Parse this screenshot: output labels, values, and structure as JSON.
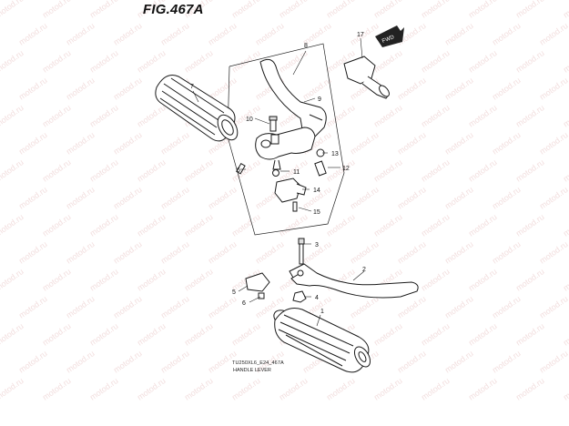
{
  "figure": {
    "title": "FIG.467A",
    "model_caption": "TU250XL6_E24_467A",
    "name_caption": "HANDLE LEVER",
    "fwd_label": "FWD"
  },
  "watermark": "motod.ru",
  "callouts": [
    "1",
    "2",
    "3",
    "4",
    "5",
    "6",
    "7",
    "8",
    "9",
    "10",
    "11",
    "12",
    "13",
    "14",
    "15",
    "17"
  ],
  "colors": {
    "line": "#1a1a1a",
    "watermark": "#e8c4c4"
  }
}
